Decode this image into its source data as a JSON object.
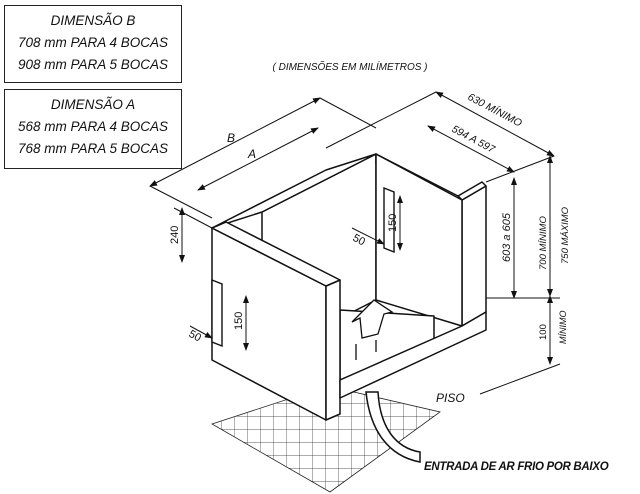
{
  "dimension_b_box": {
    "title": "DIMENSÃO  B",
    "line1": "708 mm PARA 4 BOCAS",
    "line2": "908 mm PARA 5 BOCAS"
  },
  "dimension_a_box": {
    "title": "DIMENSÃO  A",
    "line1": "568 mm PARA 4 BOCAS",
    "line2": "768 mm PARA 5 BOCAS"
  },
  "units_note": "( DIMENSÕES EM MILÍMETROS )",
  "labels": {
    "dim_b": "B",
    "dim_a": "A",
    "depth_outer": "630 MÍNIMO",
    "depth_inner": "594 A 597",
    "height_240": "240",
    "opening_inner_height": "150",
    "opening_inner_width": "50",
    "opening_front_height": "150",
    "opening_front_width": "50",
    "inner_height": "603 a 605",
    "total_height_min": "700 MÍNIMO",
    "total_height_max": "750 MÁXIMO",
    "base_height_value": "100",
    "base_height_unit": "MÍNIMO",
    "floor": "PISO",
    "air_inlet": "ENTRADA DE AR FRIO POR BAIXO"
  }
}
